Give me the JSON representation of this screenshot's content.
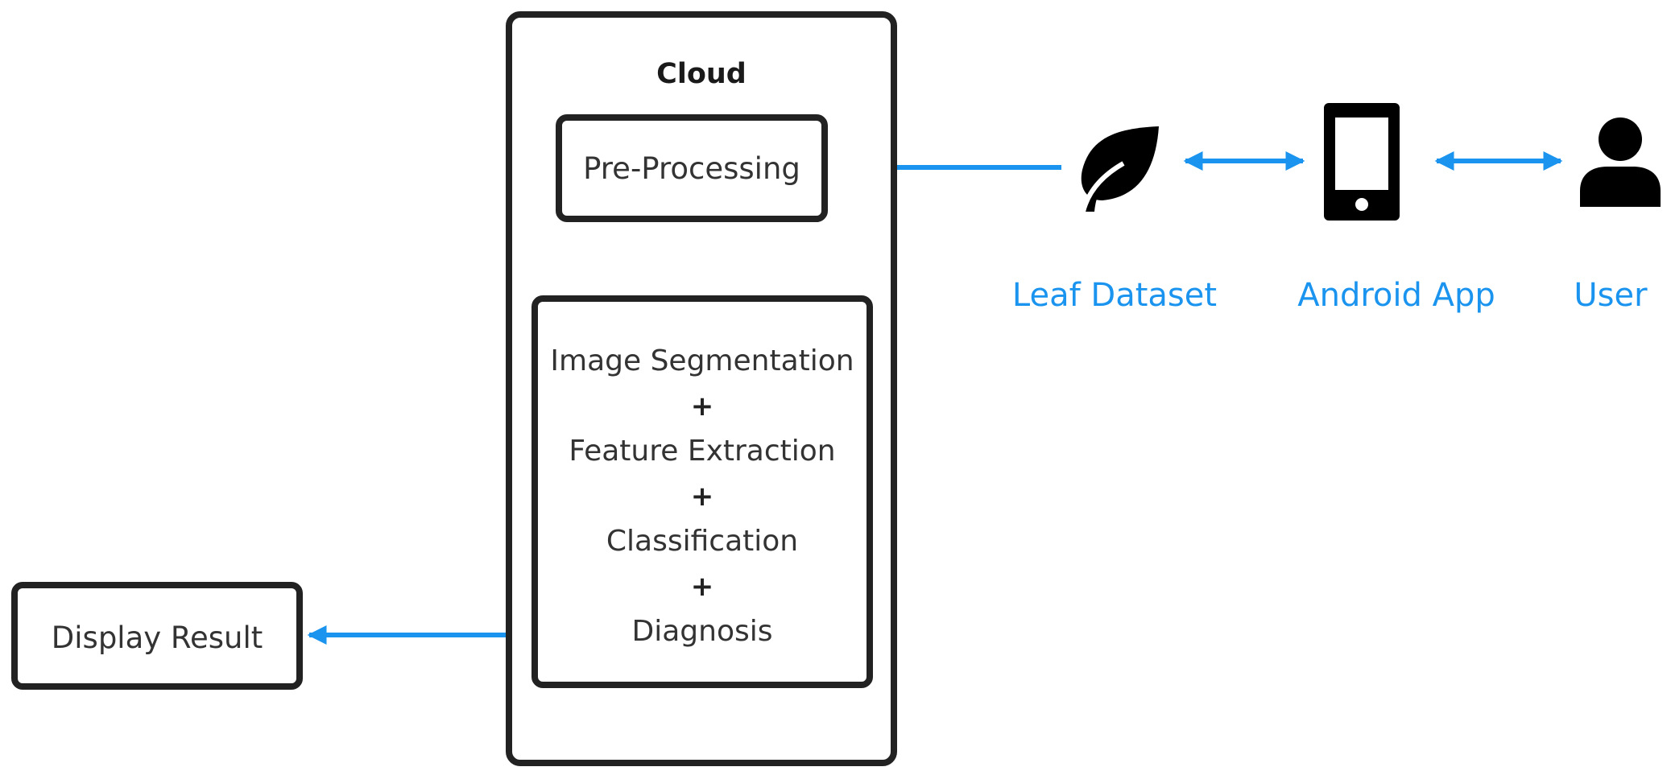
{
  "colors": {
    "arrow": "#1a94ee",
    "border": "#222222",
    "text": "#333333",
    "icon": "#000000"
  },
  "cloud": {
    "title": "Cloud"
  },
  "preprocessing": {
    "label": "Pre-Processing"
  },
  "pipeline": {
    "steps": [
      "Image Segmentation",
      "Feature Extraction",
      "Classification",
      "Diagnosis"
    ],
    "separator": "+"
  },
  "display_result": {
    "label": "Display Result"
  },
  "actors": [
    {
      "label": "Leaf Dataset",
      "icon": "leaf-icon"
    },
    {
      "label": "Android App",
      "icon": "smartphone-icon"
    },
    {
      "label": "User",
      "icon": "user-icon"
    }
  ]
}
